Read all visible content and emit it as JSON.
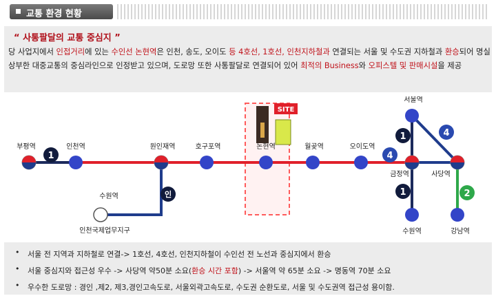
{
  "header": {
    "title": "교통 환경 현황"
  },
  "intro": {
    "headline": "“ 사통팔달의 교통 중심지 ”",
    "segments": [
      {
        "t": "당 사업지에서  ",
        "red": false
      },
      {
        "t": "인접거리",
        "red": true
      },
      {
        "t": "에 있는 ",
        "red": false
      },
      {
        "t": "수인선 논현역",
        "red": true
      },
      {
        "t": "은 인천, 송도, 오이도 ",
        "red": false
      },
      {
        "t": "등 4호선, 1호선, 인천지하철과",
        "red": true
      },
      {
        "t": " 연결되는 서울 및 수도권 지하철과 ",
        "red": false
      },
      {
        "t": "환승",
        "red": true
      },
      {
        "t": "되어 명실상부한 대중교통의 중심라인으로 인정받고 있으며, 도로망 또한 사통팔달로 연결되어 있어 ",
        "red": false
      },
      {
        "t": "최적의 Business",
        "red": true
      },
      {
        "t": "와 ",
        "red": false
      },
      {
        "t": "오피스텔 및 판매시설",
        "red": true
      },
      {
        "t": "을 제공",
        "red": false
      }
    ]
  },
  "map": {
    "stations": {
      "bupyeong": "부평역",
      "incheon": "인천역",
      "woninjae": "원인재역",
      "hogupo": "호구포역",
      "nonhyeon": "논현역",
      "wolgot": "월곶역",
      "oido": "오이도역",
      "seoul": "서울역",
      "geumjeong": "금정역",
      "sadang": "사당역",
      "suwon_right": "수원역",
      "gangnam": "강남역",
      "suwon_left": "수원역",
      "incheon_complex": "인천국제업무지구"
    },
    "line_badges": {
      "line1_left": "1",
      "line4_mid": "4",
      "line1_upper": "1",
      "line4_upper": "4",
      "line1_lower": "1",
      "line2": "2",
      "incheon_line": "인"
    },
    "site_label": "SITE",
    "colors": {
      "suin_line": "#e0202a",
      "line1": "#1c2a5c",
      "line4": "#1f3c8c",
      "line2": "#2ea84a",
      "station": "#3345c8",
      "site_box": "#ff5a5a"
    }
  },
  "notes": [
    {
      "bullet": "•",
      "text": "서울 전 지역과 지하철로 연결-> 1호선, 4호선, 인천지하철이 수인선 전 노선과 중심지에서 환승"
    },
    {
      "bullet": "•",
      "text_parts": [
        "서울 중심지와 접근성 우수   -> 사당역 약50분 소요(",
        "환승 시간 포함",
        ")  ->  서울역 약 65분 소요   ->  명동역 70분 소요"
      ]
    },
    {
      "bullet": "•",
      "text": "우수한 도로망 : 경인 ,제2, 제3,경인고속도로, 서울외곽고속도로,  수도권 순환도로, 서울 및 수도권역 접근성 용이함."
    }
  ]
}
